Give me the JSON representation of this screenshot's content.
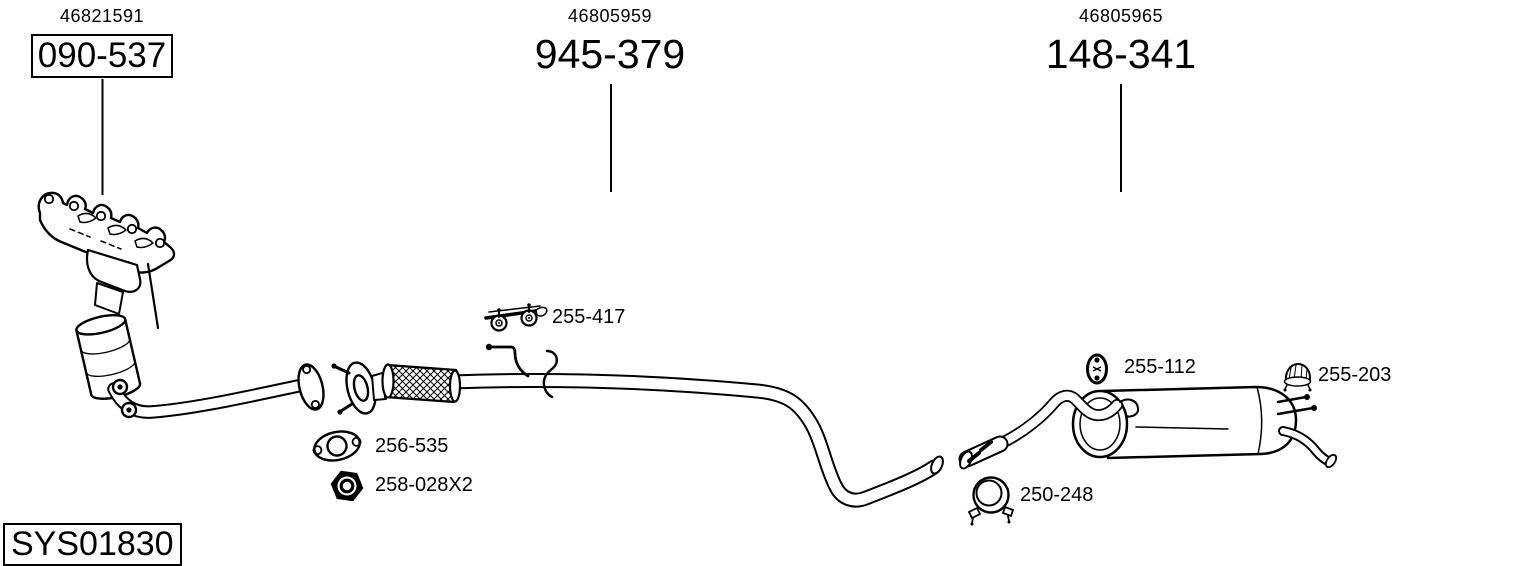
{
  "colors": {
    "ink": "#000000",
    "background": "#ffffff"
  },
  "assemblies": [
    {
      "id": "manifold-catalytic-converter",
      "ref_code": "46821591",
      "part_number": "090-537",
      "boxed": true
    },
    {
      "id": "center-pipe",
      "ref_code": "46805959",
      "part_number": "945-379",
      "boxed": false
    },
    {
      "id": "rear-muffler",
      "ref_code": "46805965",
      "part_number": "148-341",
      "boxed": false
    }
  ],
  "fittings": [
    {
      "id": "hanger-bracket",
      "part_number": "255-417",
      "icon": "hanger-bracket-icon"
    },
    {
      "id": "flange-gasket",
      "part_number": "256-535",
      "icon": "flange-gasket-icon"
    },
    {
      "id": "hex-nut",
      "part_number": "258-028X2",
      "icon": "hex-nut-icon"
    },
    {
      "id": "rubber-hanger",
      "part_number": "255-112",
      "icon": "rubber-hanger-icon"
    },
    {
      "id": "hanger-clamp",
      "part_number": "255-203",
      "icon": "hanger-clamp-icon"
    },
    {
      "id": "pipe-clamp",
      "part_number": "250-248",
      "icon": "pipe-clamp-icon"
    }
  ],
  "system_code": "SYS01830"
}
